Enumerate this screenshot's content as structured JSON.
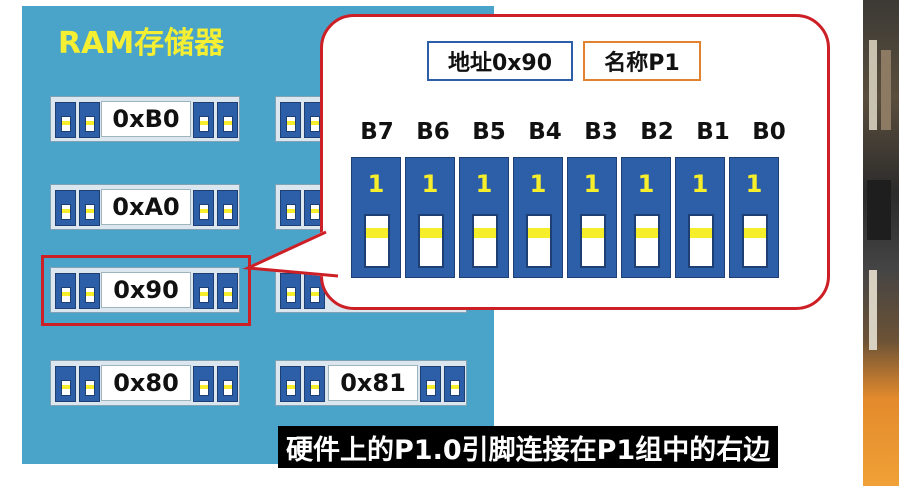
{
  "ram": {
    "title": "RAM存储器",
    "registers_left": [
      "0xB0",
      "0xA0",
      "0x90",
      "0x80"
    ],
    "registers_right": [
      "",
      "",
      "",
      "0x81"
    ],
    "highlighted": "0x90"
  },
  "callout": {
    "address_tag": "地址0x90",
    "name_tag": "名称P1",
    "bit_labels": [
      "B7",
      "B6",
      "B5",
      "B4",
      "B3",
      "B2",
      "B1",
      "B0"
    ],
    "bit_values": [
      "1",
      "1",
      "1",
      "1",
      "1",
      "1",
      "1",
      "1"
    ]
  },
  "caption": "硬件上的P1.0引脚连接在P1组中的右边",
  "colors": {
    "panel": "#4aa3c8",
    "title": "#f4ef33",
    "bit": "#2d5fa8",
    "highlight": "#cc2026",
    "switch_fill": "#f6ee2a"
  }
}
